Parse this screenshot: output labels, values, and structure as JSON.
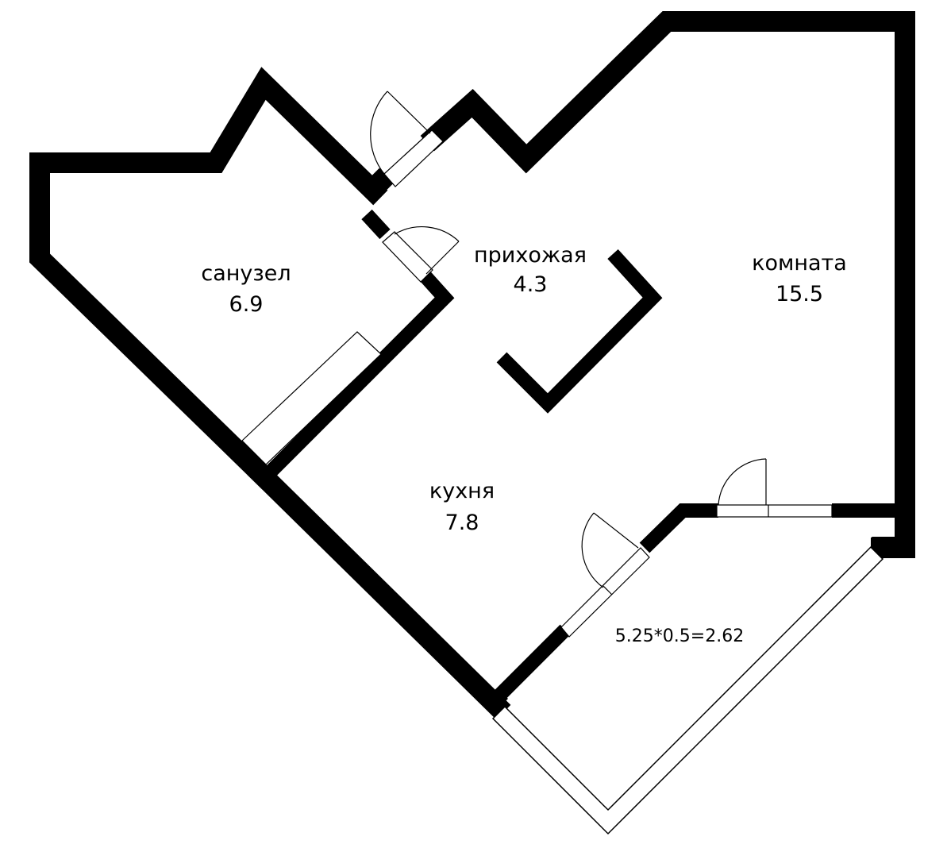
{
  "rooms": {
    "bathroom": {
      "label": "санузел",
      "area": "6.9"
    },
    "hallway": {
      "label": "прихожая",
      "area": "4.3"
    },
    "room": {
      "label": "комната",
      "area": "15.5"
    },
    "kitchen": {
      "label": "кухня",
      "area": "7.8"
    },
    "balcony": {
      "label": "5.25*0.5=2.62"
    }
  },
  "colors": {
    "wall": "#000000",
    "background": "#ffffff"
  }
}
